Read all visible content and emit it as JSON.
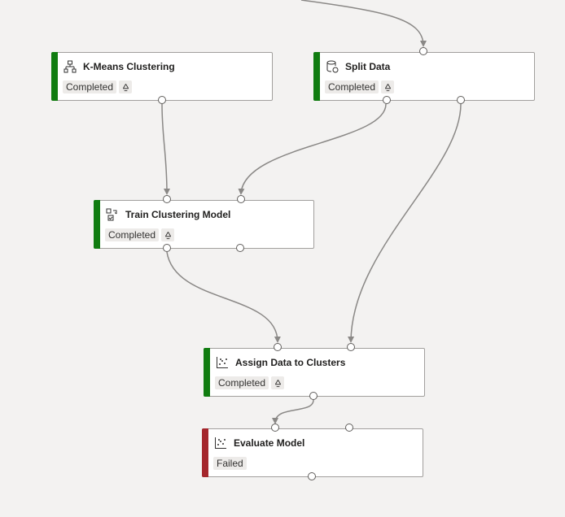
{
  "pipeline": {
    "nodes": [
      {
        "id": "kmeans",
        "title": "K-Means Clustering",
        "status": "Completed",
        "icon": "module-tree-icon",
        "state": "ok"
      },
      {
        "id": "split",
        "title": "Split Data",
        "status": "Completed",
        "icon": "split-data-icon",
        "state": "ok"
      },
      {
        "id": "train",
        "title": "Train Clustering Model",
        "status": "Completed",
        "icon": "train-model-icon",
        "state": "ok"
      },
      {
        "id": "assign",
        "title": "Assign Data to Clusters",
        "status": "Completed",
        "icon": "scatter-icon",
        "state": "ok"
      },
      {
        "id": "evaluate",
        "title": "Evaluate Model",
        "status": "Failed",
        "icon": "scatter-icon",
        "state": "failed"
      }
    ],
    "reuse_icon": "recycle-icon"
  },
  "colors": {
    "completed": "#107c10",
    "failed": "#a4262c",
    "edge": "#8a8886",
    "canvas": "#f3f2f1"
  }
}
